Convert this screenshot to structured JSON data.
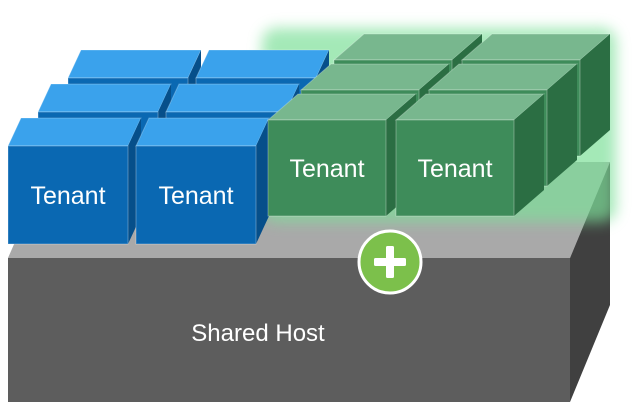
{
  "host": {
    "label": "Shared Host",
    "colors": {
      "top": "#a9a9a9",
      "front": "#5d5d5d",
      "side": "#404040"
    }
  },
  "add_button": {
    "icon": "plus-icon",
    "color": "#7cc04b"
  },
  "tenant_groups": [
    {
      "name": "blue",
      "colors": {
        "top": "#3aa2ec",
        "front": "#0a68b2",
        "side": "#064f8a"
      },
      "rows": [
        {
          "labels": [
            "",
            ""
          ]
        },
        {
          "labels": [
            "",
            ""
          ]
        },
        {
          "labels": [
            "Tenant",
            "Tenant"
          ]
        }
      ]
    },
    {
      "name": "green",
      "glow": "#7ee09a",
      "colors": {
        "top": "#78b78e",
        "front": "#3e8c5a",
        "side": "#2b6e43"
      },
      "rows": [
        {
          "labels": [
            "",
            ""
          ]
        },
        {
          "labels": [
            "",
            ""
          ]
        },
        {
          "labels": [
            "Tenant",
            "Tenant"
          ]
        }
      ]
    }
  ]
}
